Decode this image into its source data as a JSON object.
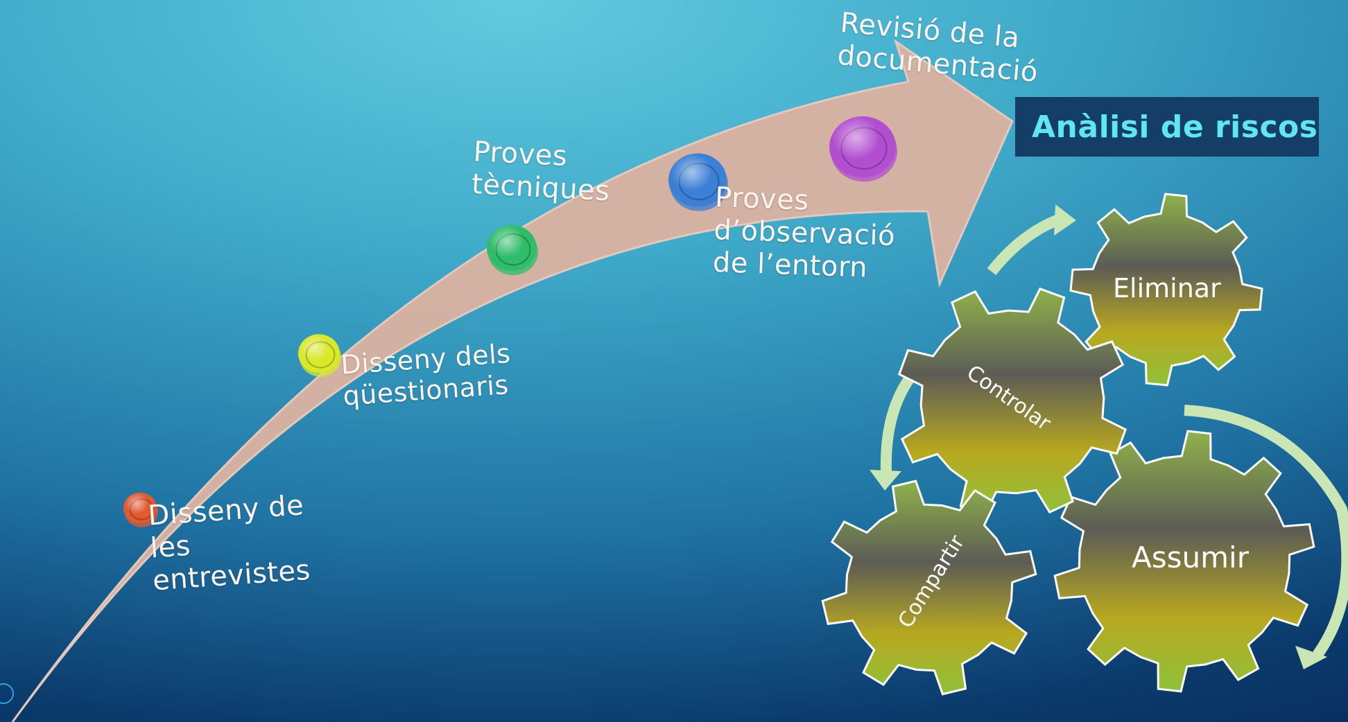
{
  "timeline": {
    "steps": [
      {
        "label": "Disseny de\nles\nentrevistes",
        "color": "#e05a32"
      },
      {
        "label": "Disseny dels\nqüestionaris",
        "color": "#d8e82a"
      },
      {
        "label": "Proves\ntècniques",
        "color": "#2fbd6a"
      },
      {
        "label": "Proves\nd’observació\nde l’entorn",
        "color": "#3b7fd6"
      },
      {
        "label": "Revisió de la\ndocumentació",
        "color": "#b24fd0"
      }
    ]
  },
  "risk": {
    "title": "Anàlisi de riscos",
    "gears": {
      "eliminar": "Eliminar",
      "controlar": "Controlar",
      "compartir": "Compartir",
      "assumir": "Assumir"
    }
  },
  "colors": {
    "arrow": "#d8b2a2",
    "title_bg": "#143e66",
    "title_text": "#5fe6f2",
    "cycle_arrow": "#c9e6b4"
  }
}
